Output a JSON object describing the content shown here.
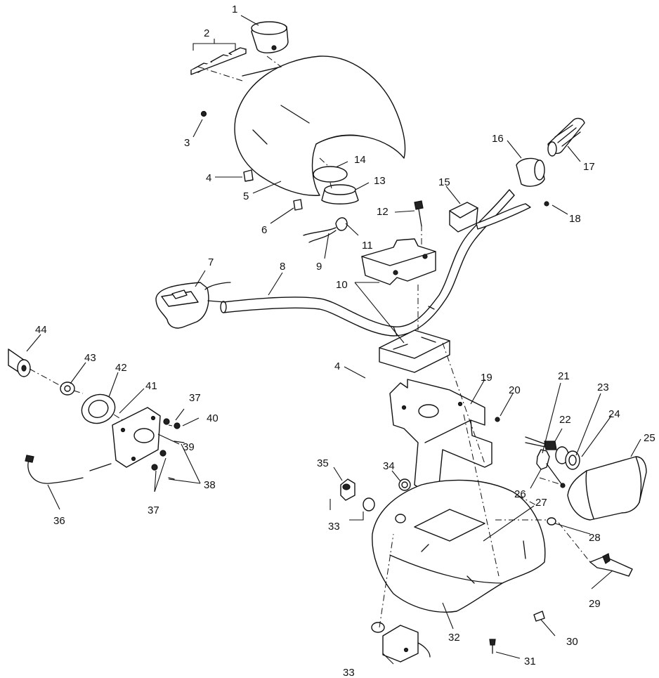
{
  "callouts": [
    {
      "id": "1",
      "text": "1"
    },
    {
      "id": "2",
      "text": "2"
    },
    {
      "id": "3",
      "text": "3"
    },
    {
      "id": "4a",
      "text": "4"
    },
    {
      "id": "4b",
      "text": "4"
    },
    {
      "id": "5",
      "text": "5"
    },
    {
      "id": "6",
      "text": "6"
    },
    {
      "id": "7",
      "text": "7"
    },
    {
      "id": "8",
      "text": "8"
    },
    {
      "id": "9",
      "text": "9"
    },
    {
      "id": "10",
      "text": "10"
    },
    {
      "id": "11",
      "text": "11"
    },
    {
      "id": "12",
      "text": "12"
    },
    {
      "id": "13",
      "text": "13"
    },
    {
      "id": "14",
      "text": "14"
    },
    {
      "id": "15",
      "text": "15"
    },
    {
      "id": "16",
      "text": "16"
    },
    {
      "id": "17",
      "text": "17"
    },
    {
      "id": "18",
      "text": "18"
    },
    {
      "id": "19",
      "text": "19"
    },
    {
      "id": "20",
      "text": "20"
    },
    {
      "id": "21",
      "text": "21"
    },
    {
      "id": "22",
      "text": "22"
    },
    {
      "id": "23",
      "text": "23"
    },
    {
      "id": "24",
      "text": "24"
    },
    {
      "id": "25",
      "text": "25"
    },
    {
      "id": "26",
      "text": "26"
    },
    {
      "id": "27",
      "text": "27"
    },
    {
      "id": "28",
      "text": "28"
    },
    {
      "id": "29",
      "text": "29"
    },
    {
      "id": "30",
      "text": "30"
    },
    {
      "id": "31",
      "text": "31"
    },
    {
      "id": "32",
      "text": "32"
    },
    {
      "id": "33a",
      "text": "33"
    },
    {
      "id": "33b",
      "text": "33"
    },
    {
      "id": "34",
      "text": "34"
    },
    {
      "id": "35",
      "text": "35"
    },
    {
      "id": "36",
      "text": "36"
    },
    {
      "id": "37a",
      "text": "37"
    },
    {
      "id": "37b",
      "text": "37"
    },
    {
      "id": "38",
      "text": "38"
    },
    {
      "id": "39",
      "text": "39"
    },
    {
      "id": "40",
      "text": "40"
    },
    {
      "id": "41",
      "text": "41"
    },
    {
      "id": "42",
      "text": "42"
    },
    {
      "id": "43",
      "text": "43"
    },
    {
      "id": "44",
      "text": "44"
    }
  ]
}
